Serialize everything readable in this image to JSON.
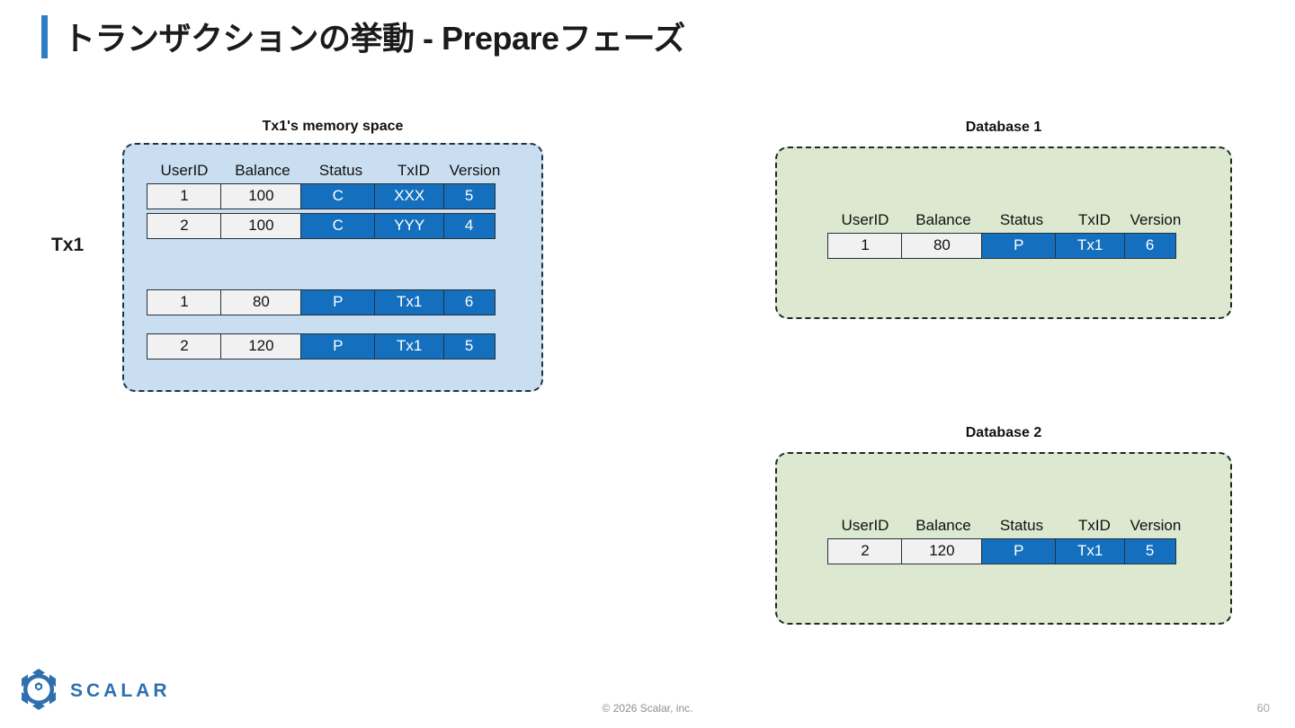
{
  "slide": {
    "title": "トランザクションの挙動 - Prepareフェーズ",
    "accent_color": "#2f7dc4",
    "page_number": "60",
    "copyright": "© 2026 Scalar, inc.",
    "logo_text": "SCALAR",
    "logo_color": "#2f6fb0"
  },
  "columns": [
    "UserID",
    "Balance",
    "Status",
    "TxID",
    "Version"
  ],
  "memory_panel": {
    "caption": "Tx1's memory space",
    "actor_label": "Tx1",
    "fill_color": "#c9def0",
    "border_color": "#1f3240",
    "rows": [
      {
        "UserID": "1",
        "Balance": "100",
        "Status": "C",
        "TxID": "XXX",
        "Version": "5"
      },
      {
        "UserID": "2",
        "Balance": "100",
        "Status": "C",
        "TxID": "YYY",
        "Version": "4"
      },
      {
        "UserID": "1",
        "Balance": "80",
        "Status": "P",
        "TxID": "Tx1",
        "Version": "6"
      },
      {
        "UserID": "2",
        "Balance": "120",
        "Status": "P",
        "TxID": "Tx1",
        "Version": "5"
      }
    ]
  },
  "databases": [
    {
      "caption": "Database 1",
      "fill_color": "#dce8d0",
      "border_color": "#1f2a22",
      "rows": [
        {
          "UserID": "1",
          "Balance": "80",
          "Status": "P",
          "TxID": "Tx1",
          "Version": "6"
        }
      ]
    },
    {
      "caption": "Database 2",
      "fill_color": "#dce8d0",
      "border_color": "#1f2a22",
      "rows": [
        {
          "UserID": "2",
          "Balance": "120",
          "Status": "P",
          "TxID": "Tx1",
          "Version": "5"
        }
      ]
    }
  ],
  "cell_colors": {
    "plain_bg": "#f1f1f1",
    "filled_bg": "#1470be",
    "border": "#24313c"
  }
}
